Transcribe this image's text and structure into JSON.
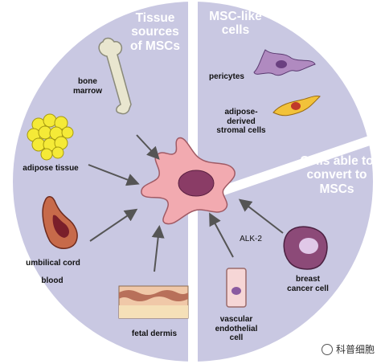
{
  "titles": {
    "tissue": "Tissue\nsources\nof MSCs",
    "msc_like": "MSC-like\ncells",
    "convert": "Cells able to\nconvert to\nMSCs"
  },
  "labels": {
    "bone_marrow": "bone\nmarrow",
    "adipose_tissue": "adipose tissue",
    "umbilical_cord": "umbilical cord",
    "blood": "blood",
    "fetal_dermis": "fetal dermis",
    "pericytes": "pericytes",
    "adipose_stromal": "adipose-\nderived\nstromal cells",
    "alk2": "ALK-2",
    "vascular": "vascular\nendothelial\ncell",
    "breast_cancer": "breast\ncancer cell"
  },
  "watermark": "科普细胞",
  "colors": {
    "circle_bg": "#c9c8e2",
    "msc_cell": "#f2aab0",
    "msc_nucleus": "#8a3c66",
    "arrow": "#555555",
    "divider": "#ffffff"
  }
}
